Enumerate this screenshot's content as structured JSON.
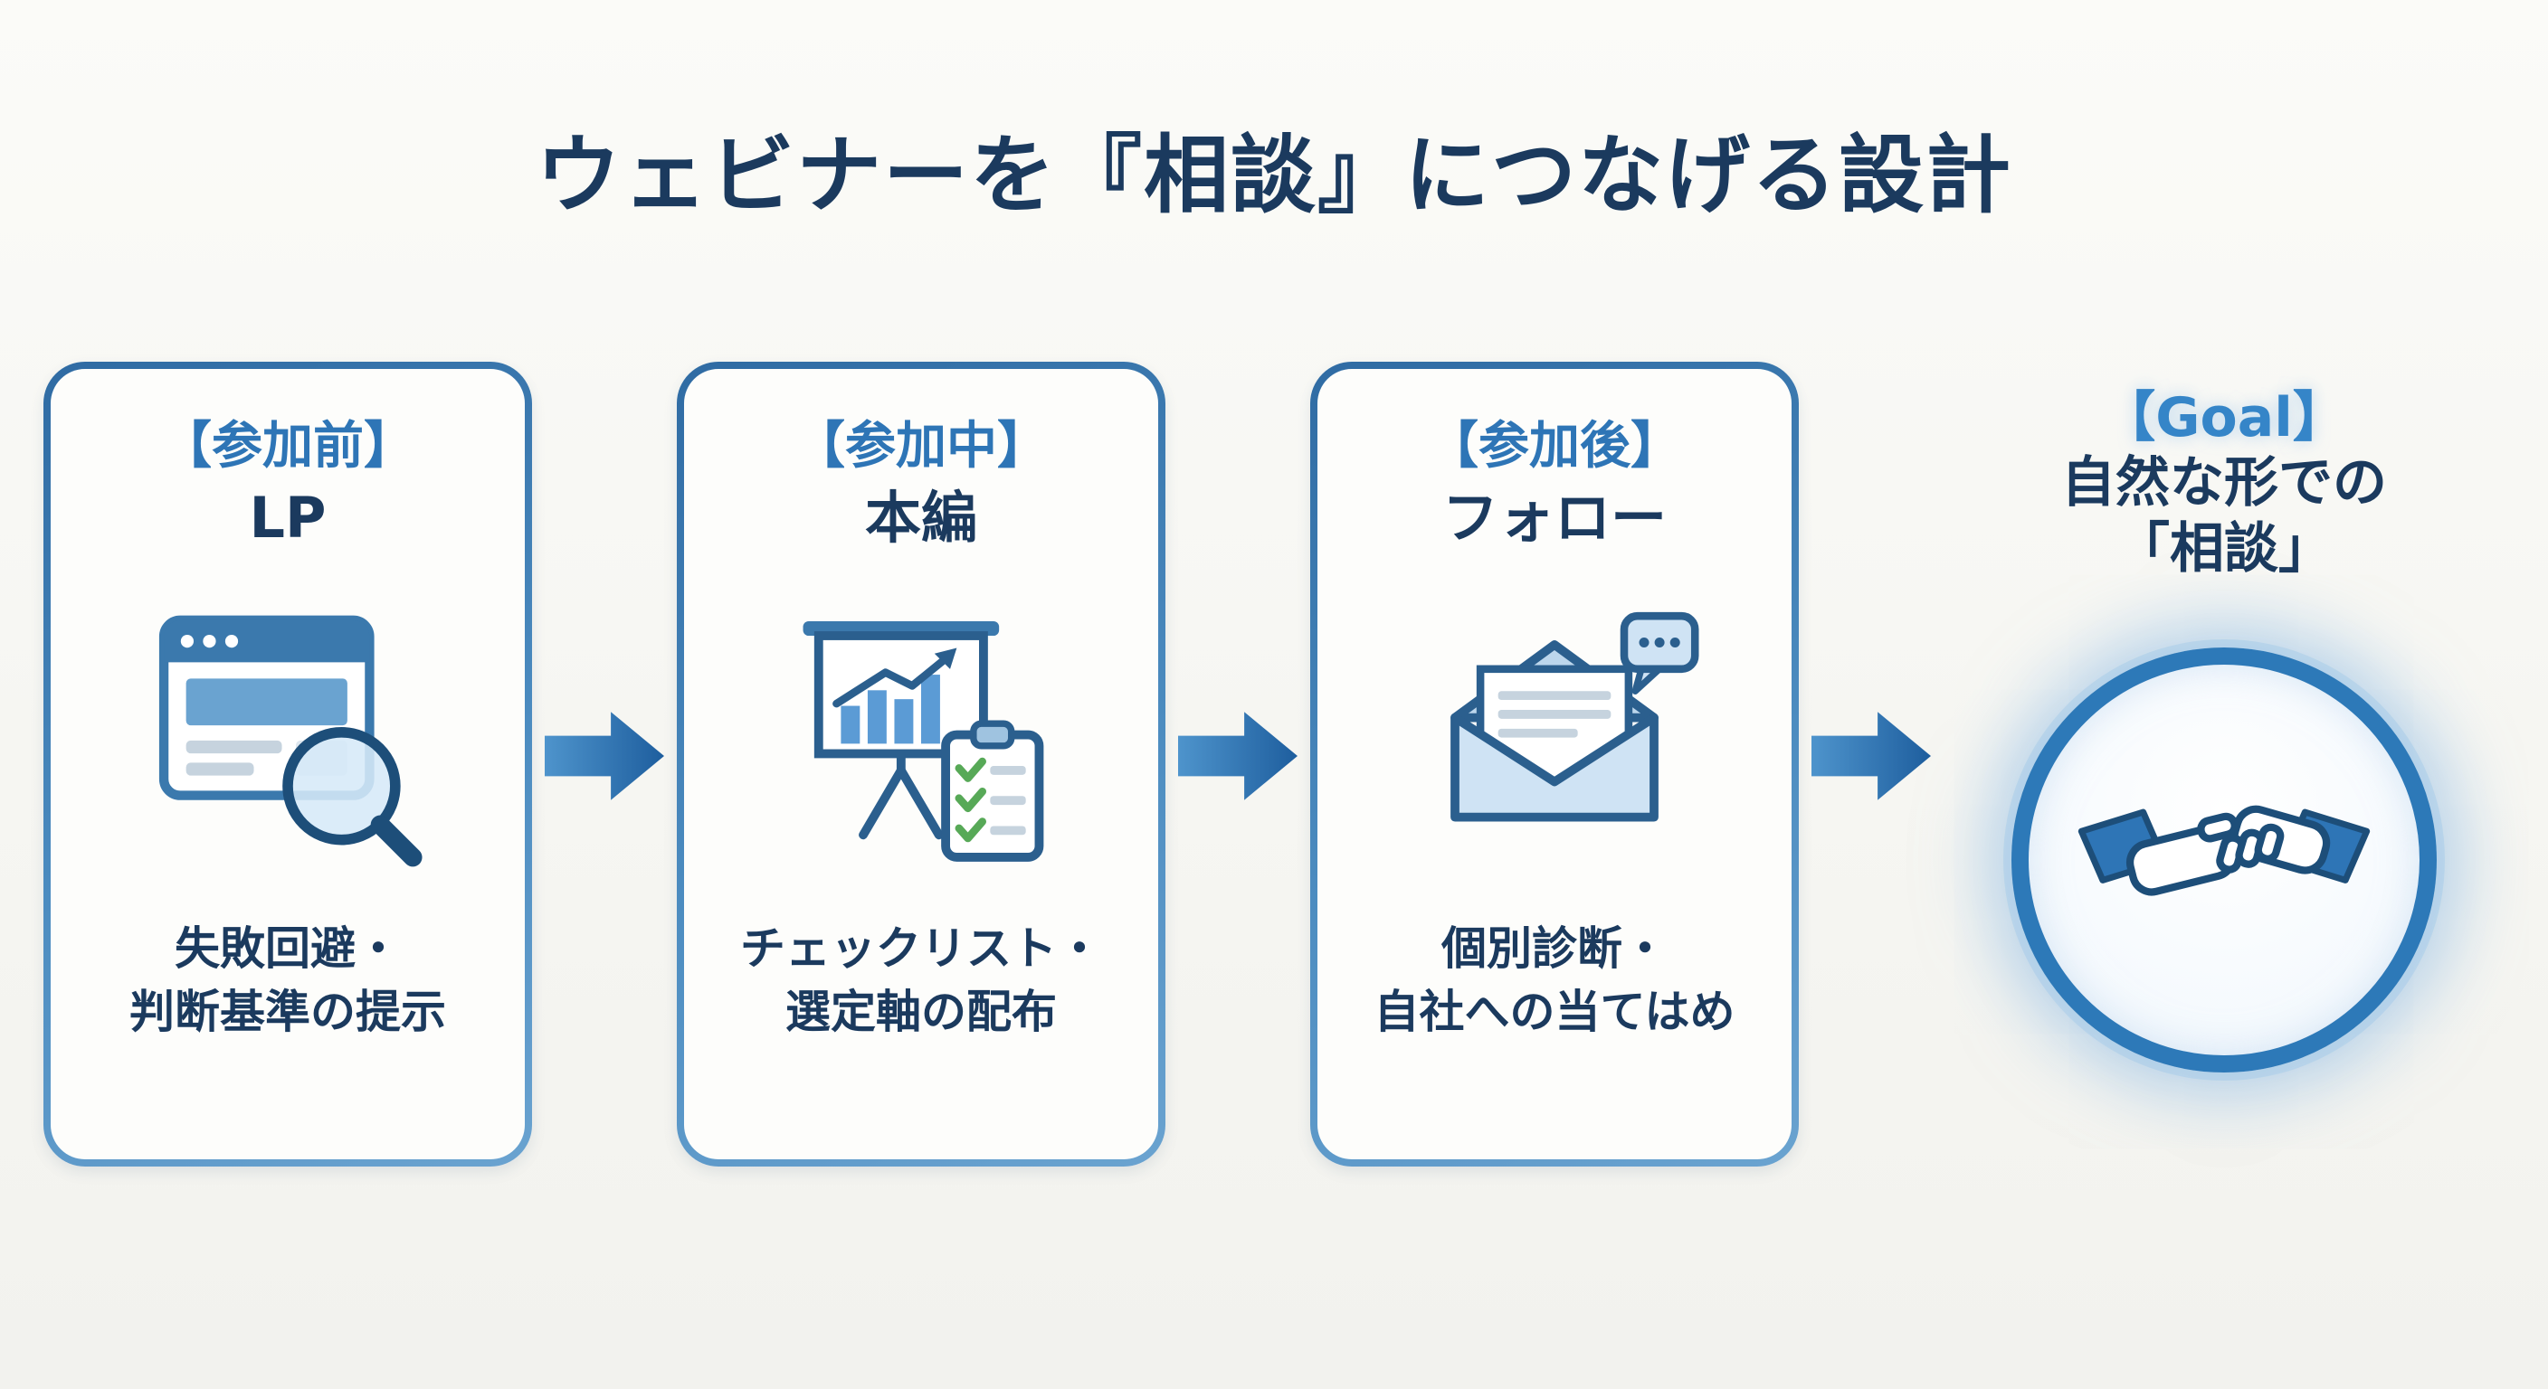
{
  "title": "ウェビナーを『相談』につなげる設計",
  "steps": [
    {
      "phase": "【参加前】",
      "name": "LP",
      "icon": "browser-magnifier-icon",
      "desc1": "失敗回避・",
      "desc2": "判断基準の提示"
    },
    {
      "phase": "【参加中】",
      "name": "本編",
      "icon": "presentation-checklist-icon",
      "desc1": "チェックリスト・",
      "desc2": "選定軸の配布"
    },
    {
      "phase": "【参加後】",
      "name": "フォロー",
      "icon": "mail-followup-icon",
      "desc1": "個別診断・",
      "desc2": "自社への当てはめ"
    }
  ],
  "goal": {
    "label": "【Goal】",
    "line1": "自然な形での",
    "line2": "「相談」",
    "icon": "handshake-icon"
  },
  "arrows": {
    "icon": "flow-arrow-icon",
    "count": 3
  },
  "colors": {
    "accent_blue": "#2e75b6",
    "dark_navy": "#1b3a5e",
    "icon_outline_navy": "#1d4e79",
    "light_blue_fill": "#cfe3f4",
    "arrow_blue_start": "#4e94cc",
    "arrow_blue_end": "#1e5e9e",
    "check_green": "#57a957",
    "background": "#f6f6f2"
  }
}
